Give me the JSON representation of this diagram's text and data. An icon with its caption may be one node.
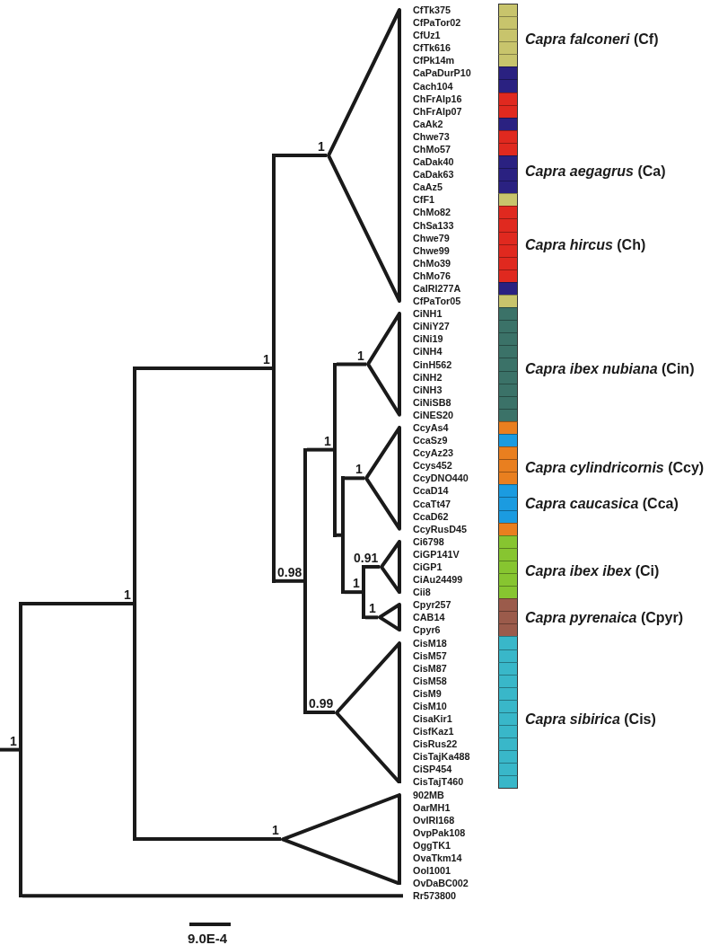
{
  "diagram": {
    "nodes": [
      {
        "text": [],
        "shape": "bar"
      },
      {
        "text": [],
        "shape": "bar"
      },
      {
        "text": [],
        "shape": "bar"
      },
      {
        "text": [],
        "shape": "bar"
      },
      {
        "text": [],
        "shape": "bar"
      },
      {
        "text": [],
        "shape": "bar"
      },
      {
        "text": [],
        "shape": "bar"
      },
      {
        "text": [],
        "shape": "triangle",
        "beside": [
          "CfTk375",
          "CfPaTor02",
          "CfUz1",
          "CfTk616",
          "CfPk14m",
          "CaPaDurP10",
          "Cach104",
          "ChFrAlp16",
          "ChFrAlp07",
          "CaAk2",
          "Chwe73",
          "ChMo57",
          "CaDak40",
          "CaDak63",
          "CaAz5",
          "CfF1",
          "ChMo82",
          "ChSa133",
          "Chwe79",
          "Chwe99",
          "ChMo39",
          "ChMo76",
          "CaIRI277A",
          "CfPaTor05"
        ]
      },
      {
        "text": [],
        "shape": "triangle",
        "beside": [
          "CiNH1",
          "CiNiY27",
          "CiNi19",
          "CiNH4",
          "CinH562",
          "CiNH2",
          "CiNH3",
          "CiNiSB8",
          "CiNES20"
        ]
      },
      {
        "text": [],
        "shape": "triangle",
        "beside": [
          "CcyAs4",
          "CcaSz9",
          "CcyAz23",
          "Ccys452",
          "CcyDNO440",
          "CcaD14",
          "CcaTt47",
          "CcaD62",
          "CcyRusD45"
        ]
      },
      {
        "text": [],
        "shape": "triangle",
        "beside": [
          "Ci6798",
          "CiGP141V",
          "CiGP1",
          "CiAu24499",
          "Cii8"
        ]
      },
      {
        "text": [],
        "shape": "triangle",
        "beside": [
          "Cpyr257",
          "CAB14",
          "Cpyr6"
        ]
      },
      {
        "text": [],
        "shape": "triangle",
        "beside": [
          "CisM18",
          "CisM57",
          "CisM87",
          "CisM58",
          "CisM9",
          "CisM10",
          "CisaKir1",
          "CisfKaz1",
          "CisRus22",
          "CisTajKa488",
          "CiSP454",
          "CisTajT460"
        ]
      },
      {
        "text": [],
        "shape": "triangle",
        "beside": [
          "902MB",
          "OarMH1",
          "OvIRI168",
          "OvpPak108",
          "OggTK1",
          "OvaTkm14",
          "Ool1001",
          "OvDaBC002"
        ]
      },
      {
        "text": [
          "Rr573800"
        ]
      }
    ],
    "edges": [
      {
        "from": null,
        "to": 0,
        "arrow": "none",
        "label": "1"
      },
      {
        "from": 0,
        "to": 1,
        "arrow": "none",
        "label": "1"
      },
      {
        "from": 0,
        "to": 14,
        "arrow": "none"
      },
      {
        "from": 1,
        "to": 2,
        "arrow": "none",
        "label": "1"
      },
      {
        "from": 1,
        "to": 13,
        "arrow": "none",
        "label": "1"
      },
      {
        "from": 2,
        "to": 7,
        "arrow": "none",
        "label": "1"
      },
      {
        "from": 2,
        "to": 3,
        "arrow": "none",
        "label": "0.98"
      },
      {
        "from": 3,
        "to": 4,
        "arrow": "none",
        "label": "1"
      },
      {
        "from": 3,
        "to": 12,
        "arrow": "none",
        "label": "0.99"
      },
      {
        "from": 4,
        "to": 8,
        "arrow": "none",
        "label": "1"
      },
      {
        "from": 4,
        "to": 5,
        "arrow": "none"
      },
      {
        "from": 5,
        "to": 9,
        "arrow": "none",
        "label": "1"
      },
      {
        "from": 5,
        "to": 6,
        "arrow": "none",
        "label": "1"
      },
      {
        "from": 6,
        "to": 10,
        "arrow": "none",
        "label": "0.91"
      },
      {
        "from": 6,
        "to": 11,
        "arrow": "none",
        "label": "1"
      }
    ],
    "labels": [
      "9.0E-4"
    ],
    "legend": [
      {
        "text": "*Capra falconeri* (Cf)",
        "color": "#c8c46c"
      },
      {
        "text": "*Capra aegagrus* (Ca)",
        "color": "#2a2181"
      },
      {
        "text": "*Capra hircus* (Ch)",
        "color": "#e0291f"
      },
      {
        "text": "*Capra ibex nubiana* (Cin)",
        "color": "#3b7268"
      },
      {
        "text": "*Capra cylindricornis* (Ccy)",
        "color": "#e97f1f"
      },
      {
        "text": "*Capra caucasica* (Cca)",
        "color": "#1b9be0"
      },
      {
        "text": "*Capra ibex ibex* (Ci)",
        "color": "#87c530"
      },
      {
        "text": "*Capra pyrenaica* (Cpyr)",
        "color": "#9b5b4b"
      },
      {
        "text": "*Capra sibirica* (Cis)",
        "color": "#39b7c9"
      }
    ]
  }
}
